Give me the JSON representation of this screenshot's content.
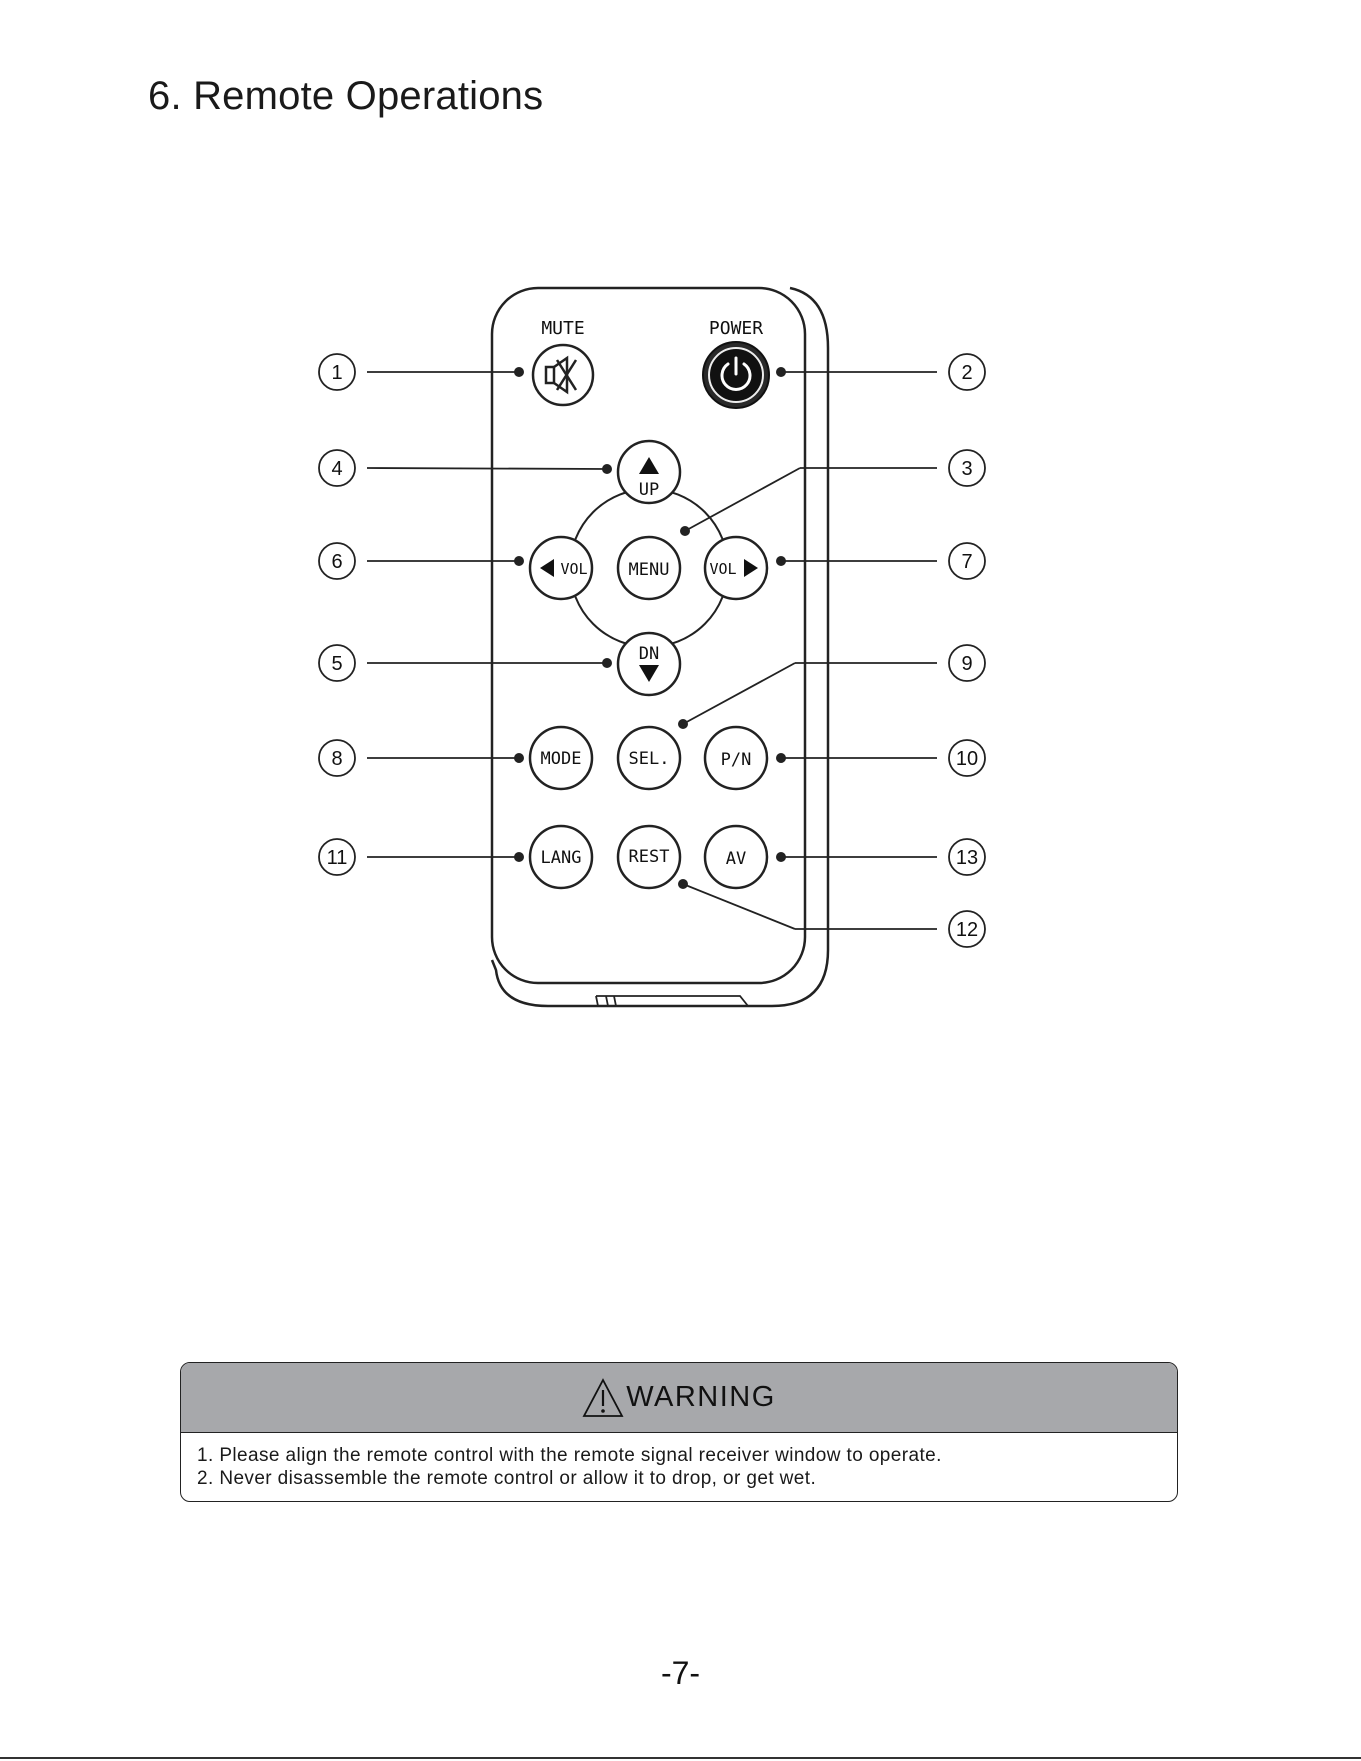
{
  "heading": "6.  Remote Operations",
  "remote": {
    "labels": {
      "mute": "MUTE",
      "power": "POWER"
    },
    "buttons": {
      "up": "UP",
      "down": "DN",
      "vol_left": "VOL",
      "vol_right": "VOL",
      "menu": "MENU",
      "mode": "MODE",
      "sel": "SEL.",
      "pn": "P/N",
      "lang": "LANG",
      "rest": "REST",
      "av": "AV"
    },
    "callouts": [
      "1",
      "2",
      "3",
      "4",
      "5",
      "6",
      "7",
      "8",
      "9",
      "10",
      "11",
      "12",
      "13"
    ]
  },
  "warning": {
    "title": "WARNING",
    "lines": [
      "1. Please align the remote control with the remote signal receiver window to operate.",
      "2. Never disassemble the remote control or allow it to drop, or get wet."
    ]
  },
  "page_number": "-7-"
}
